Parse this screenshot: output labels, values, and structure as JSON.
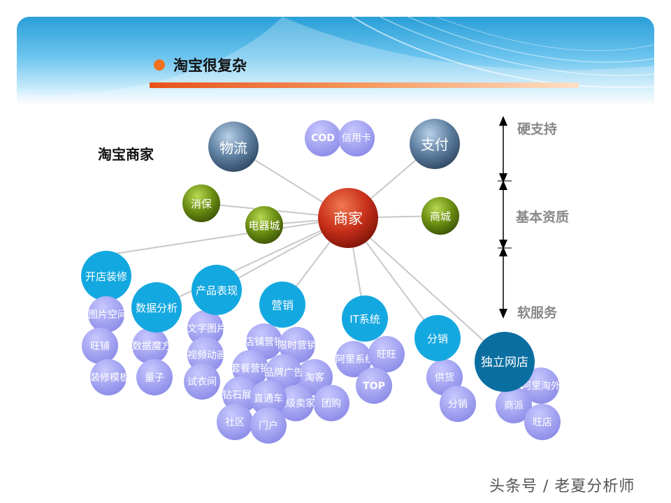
{
  "title": "淘宝很复杂",
  "merchant_label": "淘宝商家",
  "side_labels": {
    "hard": "硬支持",
    "basic": "基本资质",
    "soft": "软服务"
  },
  "watermark": "头条号 / 老夏分析师",
  "center": "商家",
  "nodes": {
    "wuliu": "物流",
    "zhifu": "支付",
    "cod": "COD",
    "xinyongka": "信用卡",
    "xiaobao": "消保",
    "dianqicheng": "电器城",
    "shangcheng": "商城",
    "kaidian": "开店装修",
    "shujufenxi": "数据分析",
    "chanpin": "产品表现",
    "yingxiao": "营销",
    "itxitong": "IT系统",
    "fenxiao": "分销",
    "duli": "独立网店",
    "tupian": "图片空间",
    "wangpu": "旺铺",
    "zhuangxiu": "装修模板",
    "shujumofang": "数据魔方",
    "liangzi": "量子",
    "wenzi": "文字图片",
    "shipin": "视频动画",
    "shiyijian": "试衣间",
    "dianpu": "店铺营销",
    "xianshi": "限时营销",
    "taocan": "套餐营销",
    "pinpai": "品牌广告",
    "taoke": "淘客",
    "zuanshi": "钻石展位",
    "zhitongche": "直通车",
    "chaoji": "超级卖家",
    "tuangou": "团购",
    "shequ": "社区",
    "menhu": "门户",
    "alixitong": "阿里系统",
    "wangwang": "旺旺",
    "top": "TOP",
    "gonghuo": "供货",
    "fenxiao2": "分销",
    "alitaowai": "阿里淘外",
    "shangpai": "商派",
    "wangdian": "旺店"
  },
  "colors": {
    "grey_ball": "#4f6f8f",
    "center_ball": "#c0301a",
    "green_ball": "#6b8e12",
    "cyan_ball": "#14a8e0",
    "lavender_ball": "#9a9af0",
    "dark_teal": "#0a6fa0"
  }
}
